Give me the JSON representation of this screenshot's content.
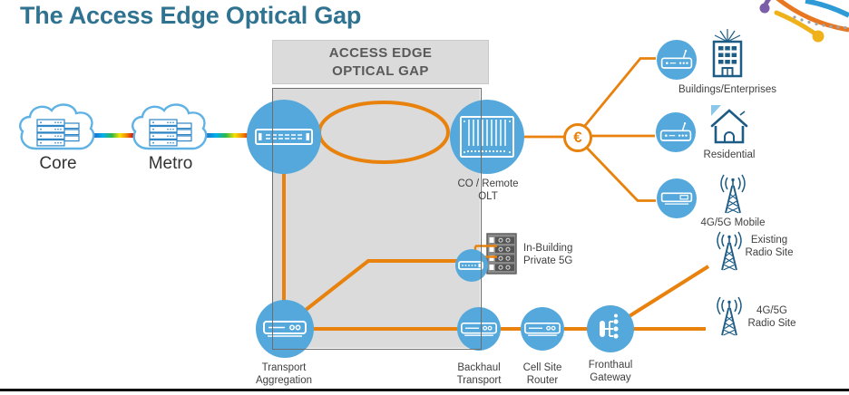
{
  "title": "The Access Edge Optical Gap",
  "gap_box": {
    "line1": "ACCESS EDGE",
    "line2": "OPTICAL GAP"
  },
  "clouds": {
    "core": "Core",
    "metro": "Metro"
  },
  "nodes": {
    "co_olt": {
      "line1": "CO / Remote",
      "line2": "OLT"
    },
    "in_building": {
      "line1": "In-Building",
      "line2": "Private 5G"
    },
    "transport_aggregation": {
      "line1": "Transport",
      "line2": "Aggregation"
    },
    "backhaul_transport": {
      "line1": "Backhaul",
      "line2": "Transport"
    },
    "cell_site_router": {
      "line1": "Cell Site",
      "line2": "Router"
    },
    "fronthaul_gateway": {
      "line1": "Fronthaul",
      "line2": "Gateway"
    }
  },
  "endpoints": {
    "buildings": "Buildings/Enterprises",
    "residential": "Residential",
    "mobile_4g5g": "4G/5G Mobile",
    "existing_radio_site": {
      "line1": "Existing",
      "line2": "Radio Site"
    },
    "radio_site_4g5g": {
      "line1": "4G/5G",
      "line2": "Radio Site"
    }
  },
  "icons": {
    "splitter_glyph": "€",
    "names": [
      "core-cloud-icon",
      "metro-cloud-icon",
      "transport-switch-icon",
      "olt-chassis-icon",
      "optical-splitter-icon",
      "wifi-router-icon",
      "building-icon",
      "house-icon",
      "radio-tower-icon",
      "ont-device-icon",
      "aggregation-router-icon",
      "router-icon",
      "fronthaul-gateway-icon",
      "pluggable-olt-icon",
      "indoor-5g-rack-icon",
      "brand-arcs-logo"
    ]
  },
  "colors": {
    "title_teal": "#2F7391",
    "node_blue": "#54A8DB",
    "line_orange": "#E8820D",
    "icon_navy": "#1D5C85",
    "box_gray": "#DBDBDB",
    "box_border": "#6E6E6E",
    "label_gray": "#3F3F3F",
    "header_text": "#595959"
  }
}
